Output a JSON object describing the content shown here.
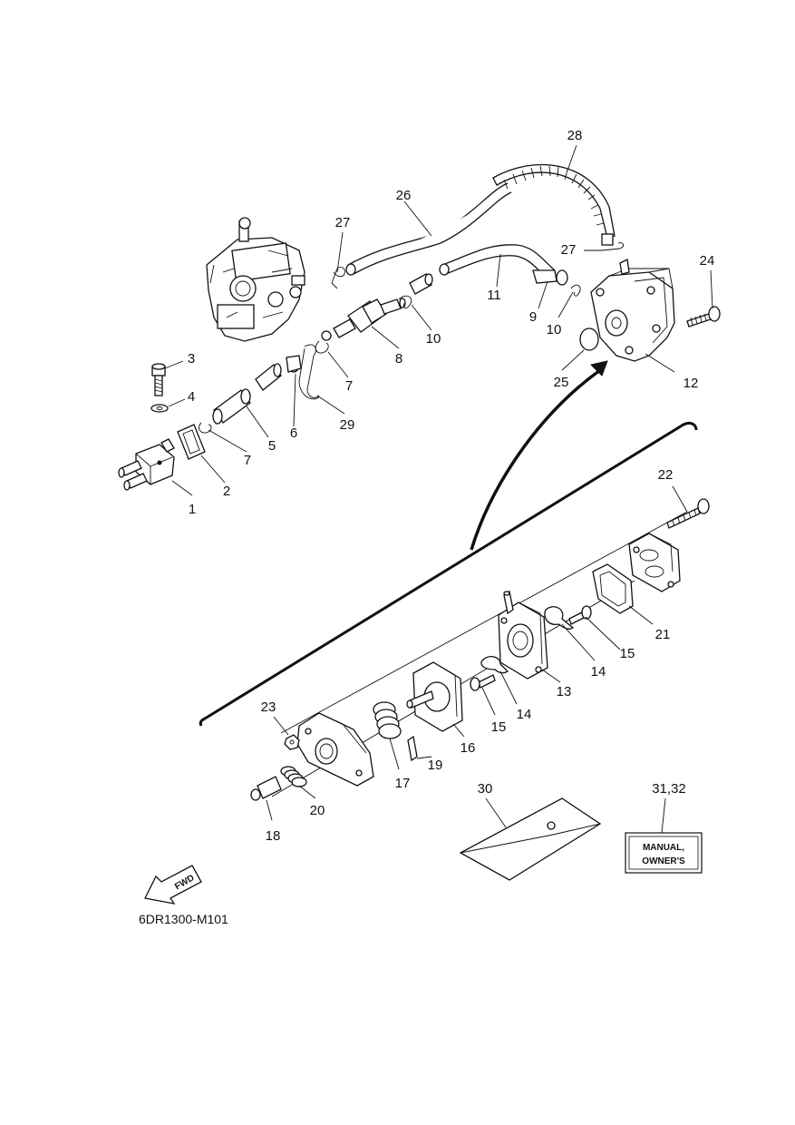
{
  "diagram_code": "6DR1300-M101",
  "fwd_label": "FWD",
  "manual_box": {
    "line1": "MANUAL,",
    "line2": "OWNER'S"
  },
  "callouts": {
    "c1": "1",
    "c2": "2",
    "c3": "3",
    "c4": "4",
    "c5": "5",
    "c6": "6",
    "c7a": "7",
    "c7b": "7",
    "c8": "8",
    "c9": "9",
    "c10a": "10",
    "c10b": "10",
    "c11": "11",
    "c12": "12",
    "c13": "13",
    "c14a": "14",
    "c14b": "14",
    "c15a": "15",
    "c15b": "15",
    "c16": "16",
    "c17": "17",
    "c18": "18",
    "c19": "19",
    "c20": "20",
    "c21": "21",
    "c22": "22",
    "c23": "23",
    "c24": "24",
    "c25": "25",
    "c26": "26",
    "c27a": "27",
    "c27b": "27",
    "c28": "28",
    "c29": "29",
    "c30": "30",
    "c31": "31,32"
  }
}
